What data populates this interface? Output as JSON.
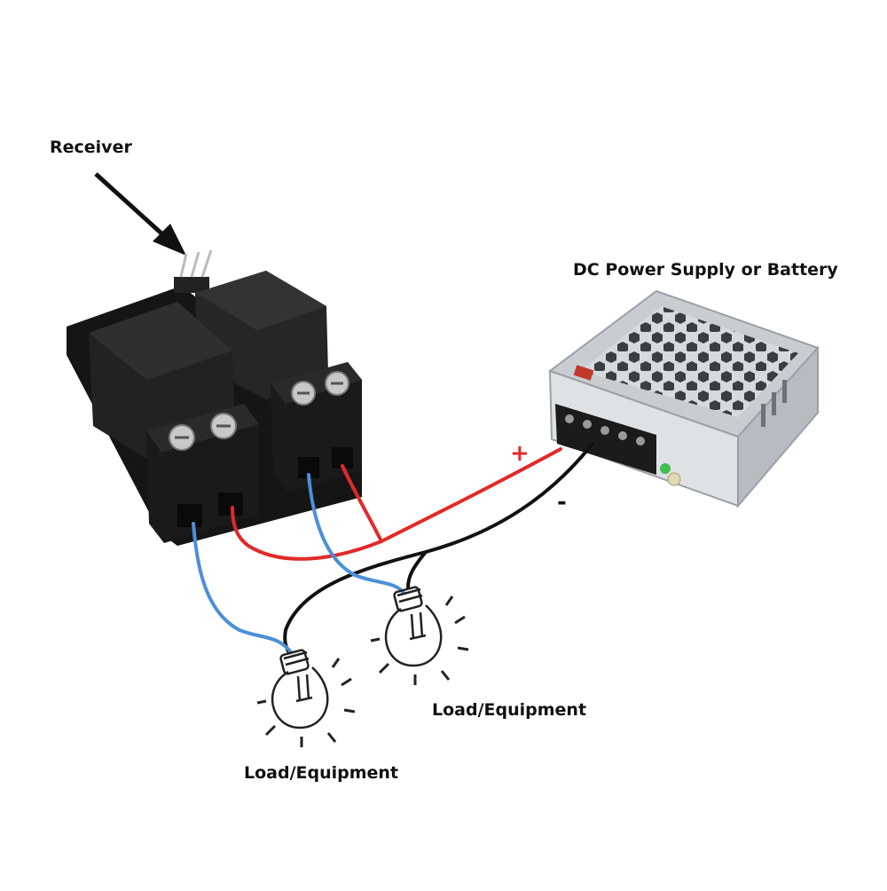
{
  "labels": {
    "receiver": "Receiver",
    "power_supply": "DC Power Supply or Battery",
    "load_1": "Load/Equipment",
    "load_2": "Load/Equipment"
  },
  "polarity": {
    "positive": "+",
    "negative": "-"
  },
  "colors": {
    "positive_wire": "#e02a2a",
    "negative_wire": "#111111",
    "load_wire": "#4a90d9",
    "relay_body": "#1c1c1c",
    "psu_case": "#c9cdd2"
  }
}
